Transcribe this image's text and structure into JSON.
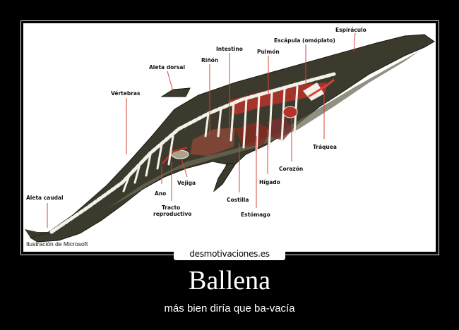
{
  "poster": {
    "title": "Ballena",
    "subtitle": "más bien diría que ba-vacía",
    "site": "desmotivaciones.es"
  },
  "figure": {
    "credit": "Ilustración de Microsoft",
    "labels": {
      "espiraculo": "Espiráculo",
      "escapula": "Escápula (omóplato)",
      "intestino": "Intestino",
      "pulmon": "Pulmón",
      "rinon": "Riñón",
      "aleta_dorsal": "Aleta dorsal",
      "vertebras": "Vértebras",
      "traquea": "Tráquea",
      "corazon": "Corazón",
      "higado": "Hígado",
      "vejiga": "Vejiga",
      "ano": "Ano",
      "tracto_reproductivo": [
        "Tracto",
        "reproductivo"
      ],
      "costilla": "Costilla",
      "estomago": "Estómago",
      "aleta_caudal": "Aleta caudal"
    }
  },
  "colors": {
    "skin": "#3b3a2c",
    "skin_light": "#6e6b55",
    "bone": "#f2f2ea",
    "organ_red": "#b8322a",
    "leader": "#d9443a"
  }
}
